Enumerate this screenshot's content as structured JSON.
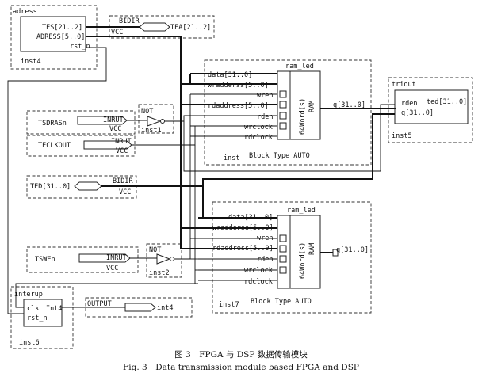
{
  "instances": {
    "adress": {
      "name": "adress",
      "port_tes": "TES[21..2]",
      "port_adress": "ADRESS[5..0]",
      "port_rst": "rst_n",
      "inst": "inst4"
    },
    "bidir_top": {
      "name": "BIDIR",
      "vcc": "VCC",
      "port": "TEA[21..2]"
    },
    "tsdrasn": {
      "label": "TSDRASn",
      "type": "INRUT",
      "vcc": "VCC"
    },
    "not1": {
      "type": "NOT",
      "inst": "inst1"
    },
    "teclkout": {
      "label": "TECLKOUT",
      "type": "INRUT",
      "vcc": "VCC"
    },
    "ram1": {
      "name": "ram_led",
      "ports": [
        "data[31..0]",
        "wradderss[5..0]",
        "wren",
        "rdaddress[5..0]",
        "rden",
        "wrclock",
        "rdclock"
      ],
      "core": "64Word(s)",
      "core2": "RAM",
      "q": "q[31..0]",
      "inst": "inst",
      "note": "Block Type AUTO"
    },
    "triout": {
      "name": "triout",
      "port_rden": "rden",
      "port_q": "q[31..0]",
      "port_ted": "ted[31..0]",
      "inst": "inst5"
    },
    "ted": {
      "label": "TED[31..0]",
      "type": "BIDIR",
      "vcc": "VCC"
    },
    "ram2": {
      "name": "ram_led",
      "ports": [
        "data[31..0]",
        "wradderss[5..0]",
        "wren",
        "rdaddress[5..0]",
        "rden",
        "wrclock",
        "rdclock"
      ],
      "core": "64Word(s)",
      "core2": "RAM",
      "q": "q[31..0]",
      "inst": "inst7",
      "note": "Block Type AUTO"
    },
    "tswen": {
      "label": "TSWEn",
      "type": "INRUT",
      "vcc": "VCC"
    },
    "not2": {
      "type": "NOT",
      "inst": "inst2"
    },
    "interup": {
      "name": "interup",
      "port_clk": "clk",
      "port_int": "Int4",
      "port_rst": "rst_n",
      "inst": "inst6"
    },
    "output": {
      "type": "OUTPUT",
      "port": "int4"
    }
  },
  "caption": {
    "cn": "图 3　FPGA 与 DSP 数据传输模块",
    "en": "Fig. 3　Data transmission module based FPGA and DSP"
  }
}
